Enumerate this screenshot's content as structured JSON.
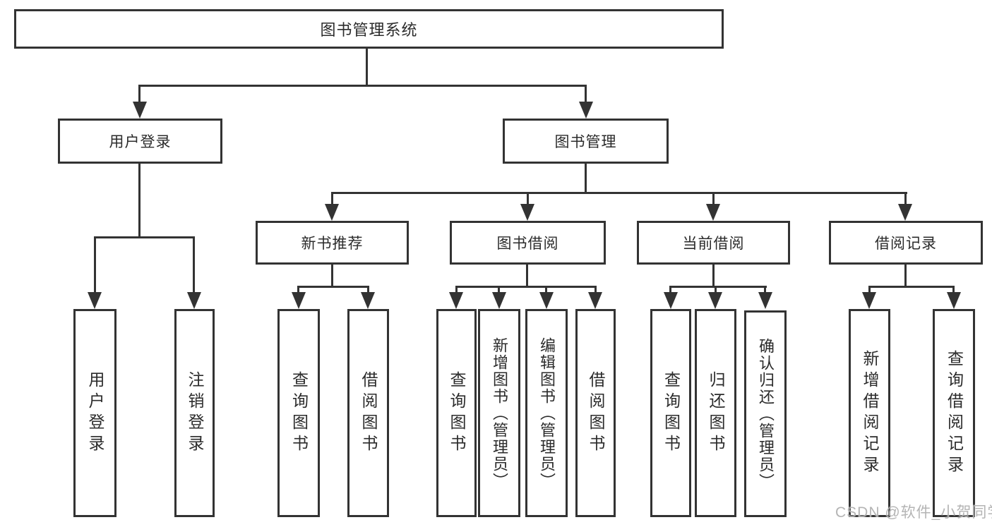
{
  "diagram_type": "tree",
  "colors": {
    "line": "#333333",
    "box_border": "#333333",
    "text": "#2b2b2b",
    "background": "#ffffff",
    "watermark": "#acacac"
  },
  "tree": {
    "root": {
      "label": "图书管理系统",
      "children": [
        {
          "label": "用户登录",
          "children": [
            {
              "label": "用户登录"
            },
            {
              "label": "注销登录"
            }
          ]
        },
        {
          "label": "图书管理",
          "children": [
            {
              "label": "新书推荐",
              "children": [
                {
                  "label": "查询图书"
                },
                {
                  "label": "借阅图书"
                }
              ]
            },
            {
              "label": "图书借阅",
              "children": [
                {
                  "label": "查询图书"
                },
                {
                  "label": "新增图书（管理员）"
                },
                {
                  "label": "编辑图书（管理员）"
                },
                {
                  "label": "借阅图书"
                }
              ]
            },
            {
              "label": "当前借阅",
              "children": [
                {
                  "label": "查询图书"
                },
                {
                  "label": "归还图书"
                },
                {
                  "label": "确认归还（管理员）"
                }
              ]
            },
            {
              "label": "借阅记录",
              "children": [
                {
                  "label": "新增借阅记录"
                },
                {
                  "label": "查询借阅记录"
                }
              ]
            }
          ]
        }
      ]
    }
  },
  "watermark": {
    "text": "CSDN @软件_小贺同学"
  }
}
